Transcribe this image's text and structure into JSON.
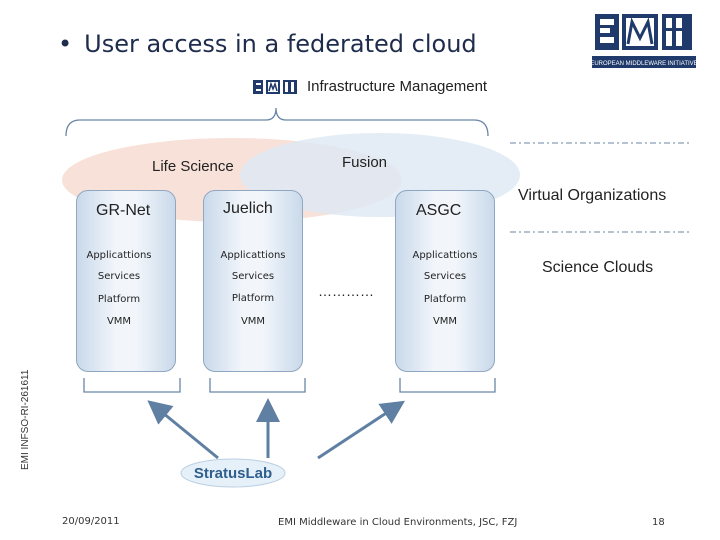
{
  "slide": {
    "title": "User access in a federated cloud",
    "infrastructure_label": "Infrastructure Management",
    "sidebar_code": "EMI INFSO-RI-261611",
    "logo_tagline": "EUROPEAN MIDDLEWARE INITIATIVE"
  },
  "vos": {
    "life_science": "Life Science",
    "fusion": "Fusion"
  },
  "right_labels": {
    "virtual_orgs": "Virtual Organizations",
    "science_clouds": "Science Clouds"
  },
  "sites": [
    {
      "name": "GR-Net"
    },
    {
      "name": "Juelich"
    },
    {
      "name": "ASGC"
    }
  ],
  "layers": [
    "Applicattions",
    "Services",
    "Platform",
    "VMM"
  ],
  "ellipsis": "…………",
  "stratuslab": "StratusLab",
  "footer": {
    "date": "20/09/2011",
    "center": "EMI Middleware in Cloud Environments, JSC, FZJ",
    "page": "18"
  },
  "colors": {
    "accent": "#1f2d4d",
    "life_science_ellipse": "#f7dcd2",
    "fusion_ellipse": "#dfe9f3",
    "column_border": "#8fa7c0"
  }
}
